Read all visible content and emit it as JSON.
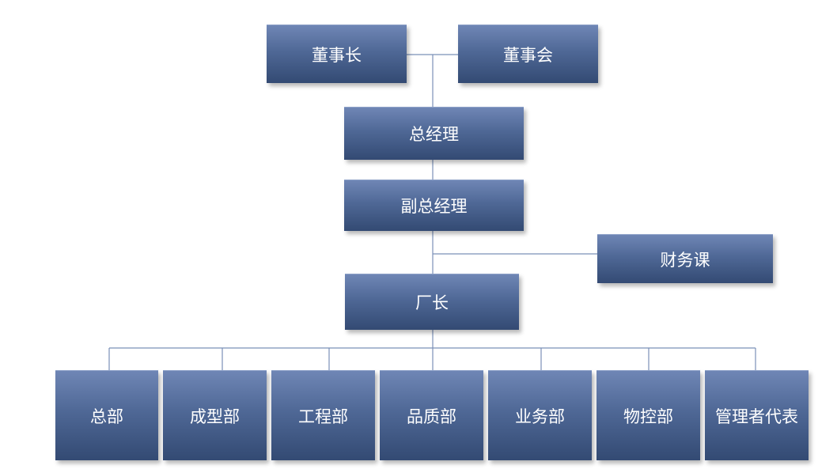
{
  "nodes": {
    "chairman": "董事长",
    "board": "董事会",
    "general_manager": "总经理",
    "deputy_general_manager": "副总经理",
    "finance": "财务课",
    "factory_director": "厂长",
    "departments": [
      "总部",
      "成型部",
      "工程部",
      "品质部",
      "业务部",
      "物控部",
      "管理者代表"
    ]
  },
  "colors": {
    "box_top": "#6f86b5",
    "box_bottom": "#334a73",
    "connector": "#7a90b8",
    "text": "#ffffff"
  }
}
